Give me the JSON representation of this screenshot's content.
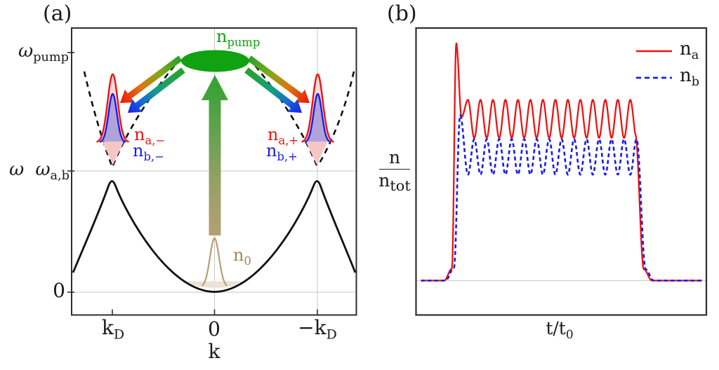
{
  "labels": {
    "panel_a_tag": "(a)",
    "panel_b_tag": "(b)",
    "omega_axis": "ω",
    "omega_pump": {
      "base": "ω",
      "sub": "pump"
    },
    "omega_ab": {
      "base": "ω",
      "sub": "a,b"
    },
    "zero_y": "0",
    "k_D": {
      "base": "k",
      "sub": "D"
    },
    "zero_x": "0",
    "minus_k_D": {
      "base": "−k",
      "sub": "D"
    },
    "k_axis": "k",
    "n_pump": {
      "base": "n",
      "sub": "pump"
    },
    "n_a_minus": {
      "base": "n",
      "sub": "a,−"
    },
    "n_b_minus": {
      "base": "n",
      "sub": "b,−"
    },
    "n_a_plus": {
      "base": "n",
      "sub": "a,+"
    },
    "n_b_plus": {
      "base": "n",
      "sub": "b,+"
    },
    "n_zero": {
      "base": "n",
      "sub": "0"
    },
    "frac_num": "n",
    "frac_den": {
      "base": "n",
      "sub": "tot"
    },
    "t_t0": {
      "base": "t/t",
      "sub": "0"
    },
    "legend_na": {
      "base": "n",
      "sub": "a"
    },
    "legend_nb": {
      "base": "n",
      "sub": "b"
    }
  },
  "colors": {
    "frame": "#2e2e2e",
    "grid": "#c6c6c6",
    "red": "#ee1310",
    "blue": "#1b1ce9",
    "green": "#10a210",
    "arrow_green": "#27a327",
    "warm_mid1": "#7fa81c",
    "warm_mid2": "#e07410",
    "cool_mid1": "#16a07c",
    "cool_mid2": "#1668d8",
    "tan": "#b3a075",
    "tan_stroke": "#b89f76",
    "tan_text": "#a8855c",
    "pink_fill": "#f8c5c5",
    "peak_pink_fill": "#fbdbdb",
    "lavender_fill": "#b1a3d8",
    "basin_fill": "#ebe3d6",
    "black_curve": "#111111",
    "text": "#1a1a1a"
  },
  "chart_data": [
    {
      "panel": "(a)",
      "type": "diagram",
      "title": "pump-scattering dispersion schematic",
      "xlabel": "k",
      "ylabel": "ω",
      "x_ticks": [
        "k_D",
        "0",
        "−k_D"
      ],
      "y_ticks": [
        "ω_pump",
        "ω_a,b",
        "0"
      ],
      "annotations": [
        "n_pump",
        "n_a,−",
        "n_b,−",
        "n_a,+",
        "n_b,+",
        "n_0"
      ],
      "elements": [
        "solid lower band with maxima at ±k_D and minimum 0 at k=0",
        "dashed V-shaped upper branches with minima at ω_a,b near ±k_D",
        "green pump ellipse n_pump at k=0, ω_pump",
        "two gradient arrows (green→red and green→blue) from pump to each valley",
        "red n_a and blue n_b gaussian populations in each valley over pink triangles",
        "vertical green→tan pump arrow down to tan condensate peak n_0 at k=0"
      ]
    },
    {
      "panel": "(b)",
      "type": "line",
      "xlabel": "t/t_0",
      "ylabel": "n/n_tot",
      "x_axis_norm": [
        0,
        1
      ],
      "y_axis_norm": [
        0,
        1
      ],
      "grid_baseline_y": 0.12,
      "legend": [
        "n_a",
        "n_b"
      ],
      "legend_position": "top-right",
      "series": [
        {
          "name": "n_a",
          "style": "solid",
          "color_key": "red",
          "baseline": 0.12,
          "rise_t": 0.1285,
          "spike_t": 0.1385,
          "spike_y": 0.947,
          "post_spike_dip_t": 0.157,
          "post_spike_dip_y": 0.69,
          "osc_first_peak_t": 0.179,
          "osc_peak_y": 0.75,
          "osc_trough_y": 0.617,
          "osc_period_t": 0.043,
          "osc_peak_count": 14,
          "fall_t": 0.775
        },
        {
          "name": "n_b",
          "style": "dashed",
          "color_key": "blue",
          "baseline": 0.12,
          "rise_t": 0.133,
          "first_peak_t": 0.152,
          "first_peak_y": 0.696,
          "osc_peak_y": 0.613,
          "osc_trough_y": 0.489,
          "osc_period_t": 0.043,
          "phase": "antiphase_to_n_a",
          "fall_t": 0.782
        }
      ]
    }
  ]
}
